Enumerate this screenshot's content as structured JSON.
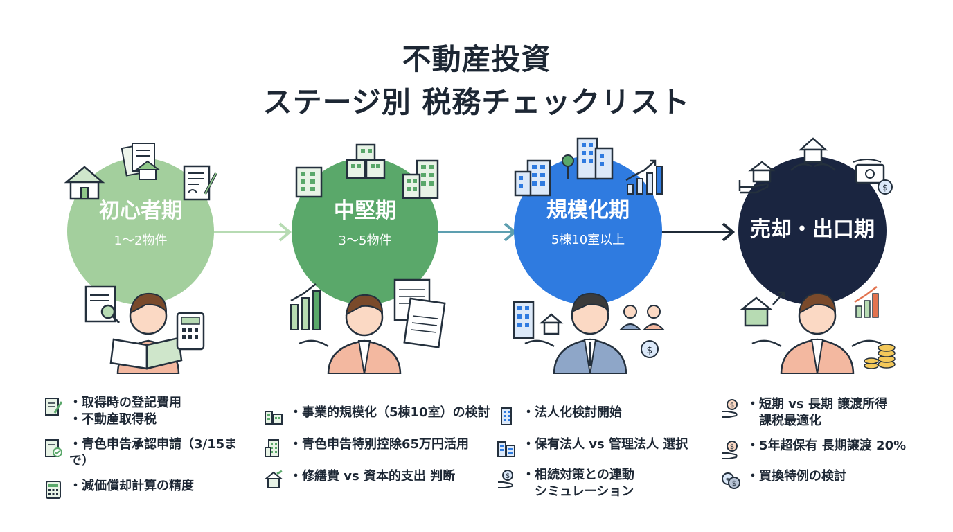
{
  "title": {
    "line1": "不動産投資",
    "line2": "ステージ別 税務チェックリスト"
  },
  "stages": [
    {
      "name": "初心者期",
      "sub": "1〜2物件",
      "color": "#a3cf9d"
    },
    {
      "name": "中堅期",
      "sub": "3〜5物件",
      "color": "#5aa86a"
    },
    {
      "name": "規模化期",
      "sub": "5棟10室以上",
      "color": "#2f7be0"
    },
    {
      "name": "売却・出口期",
      "sub": "",
      "color": "#1a2540"
    }
  ],
  "arrow_colors": [
    "#b7dbb3",
    "#5d9fb0",
    "#1f2a37"
  ],
  "checklists": [
    {
      "items": [
        {
          "icon": "document-pen-icon",
          "lines": [
            "取得時の登記費用",
            "不動産取得税"
          ]
        },
        {
          "icon": "document-check-icon",
          "lines": [
            "青色申告承認申請（3/15まで）"
          ]
        },
        {
          "icon": "calculator-icon",
          "lines": [
            "減価償却計算の精度"
          ]
        }
      ]
    },
    {
      "items": [
        {
          "icon": "buildings-icon",
          "lines": [
            "事業的規模化（5棟10室）の検討"
          ]
        },
        {
          "icon": "apartment-icon",
          "lines": [
            "青色申告特別控除65万円活用"
          ]
        },
        {
          "icon": "repair-icon",
          "lines": [
            "修繕費 vs 資本的支出 判断"
          ]
        }
      ]
    },
    {
      "items": [
        {
          "icon": "office-building-icon",
          "lines": [
            "法人化検討開始"
          ]
        },
        {
          "icon": "two-buildings-icon",
          "lines": [
            "保有法人 vs 管理法人 選択"
          ]
        },
        {
          "icon": "hand-coin-icon",
          "lines": [
            "相続対策との連動",
            "シミュレーション"
          ]
        }
      ]
    },
    {
      "items": [
        {
          "icon": "hand-coin-icon",
          "lines": [
            "短期 vs 長期 譲渡所得",
            "課税最適化"
          ]
        },
        {
          "icon": "hand-coin-icon",
          "lines": [
            "5年超保有 長期譲渡 20%"
          ]
        },
        {
          "icon": "yen-dollar-coins-icon",
          "lines": [
            "買換特例の検討"
          ]
        }
      ]
    }
  ]
}
